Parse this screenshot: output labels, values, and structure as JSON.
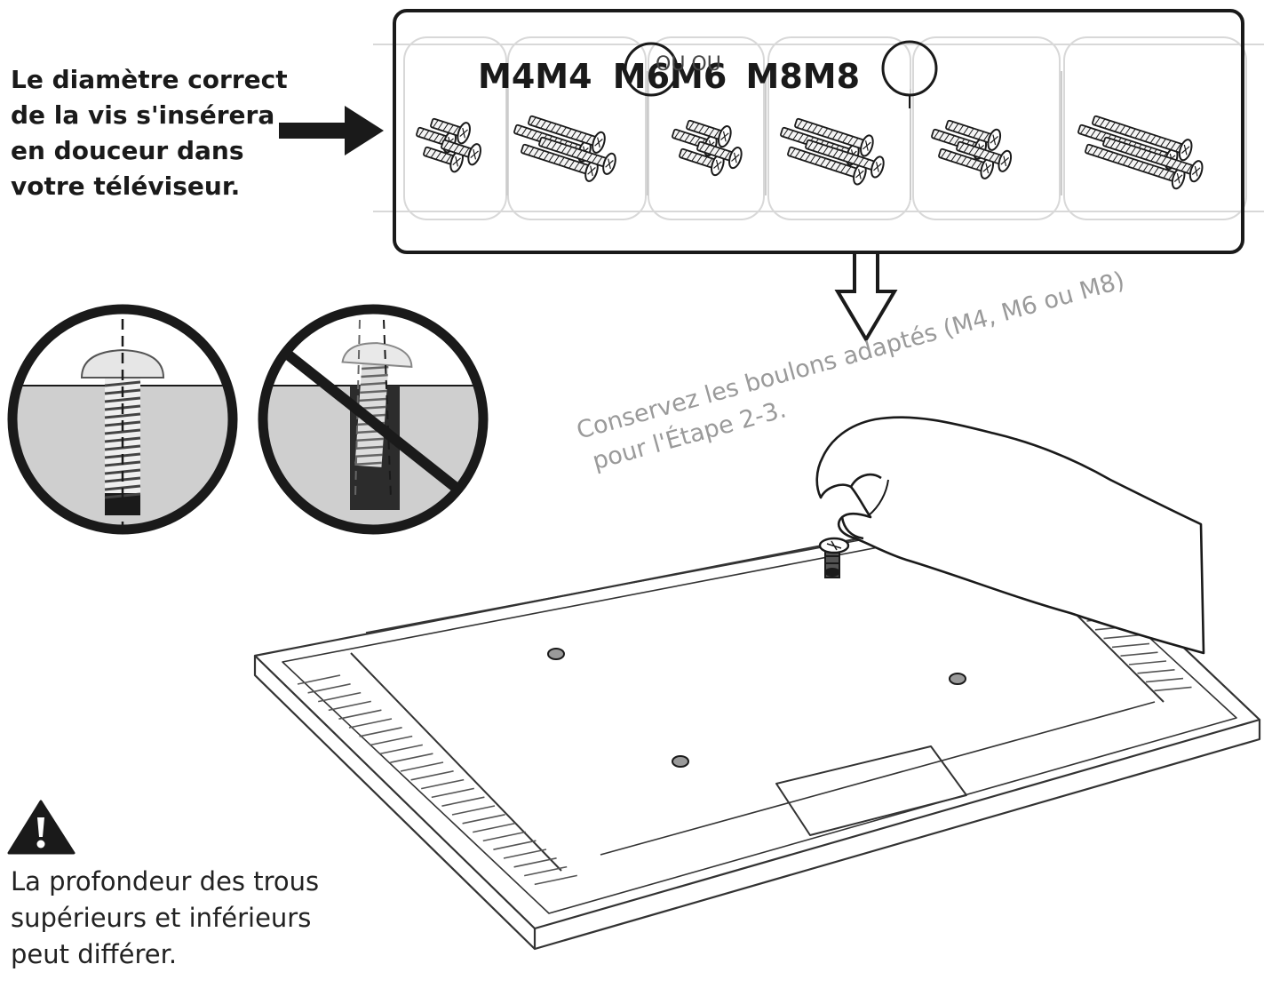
{
  "fit_note": {
    "lines": [
      "Le diamètre correct",
      "de la vis s'insérera",
      "en douceur dans",
      "votre téléviseur."
    ]
  },
  "screw_sizes": {
    "labels": [
      "M4M4",
      "M6M6",
      "M8M8"
    ],
    "separator": "OU OU"
  },
  "keep_note": {
    "lines": [
      "Conservez les boulons adaptés (M4, M6 ou M8)",
      "pour l'Étape 2-3."
    ]
  },
  "warning": {
    "icon": "warning-triangle-icon",
    "lines": [
      "La profondeur des trous",
      "supérieurs et inférieurs",
      "peut différer."
    ]
  },
  "colors": {
    "ink": "#1a1a1a",
    "panel_fill": "#cfcfcf",
    "note_gray": "#9a9a9a"
  }
}
